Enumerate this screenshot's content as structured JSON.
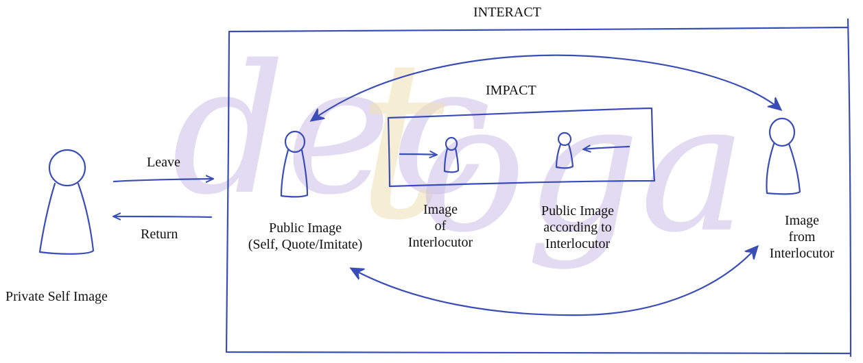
{
  "labels": {
    "interact": "INTERACT",
    "impact": "IMPACT",
    "leave": "Leave",
    "return": "Return",
    "private_self_image": "Private Self Image",
    "public_image_line1": "Public Image",
    "public_image_line2": "(Self, Quote/Imitate)",
    "image_of_interlocutor_line1": "Image",
    "image_of_interlocutor_line2": "of",
    "image_of_interlocutor_line3": "Interlocutor",
    "public_image_according_line1": "Public Image",
    "public_image_according_line2": "according to",
    "public_image_according_line3": "Interlocutor",
    "image_from_interlocutor_line1": "Image",
    "image_from_interlocutor_line2": "from",
    "image_from_interlocutor_line3": "Interlocutor"
  },
  "watermark": {
    "text_part1": "dec",
    "text_part2": "t",
    "text_part3": "oga"
  },
  "colors": {
    "ink": "#3a4cb8",
    "watermark_purple": "#cbbfe6",
    "watermark_gold": "#f0e2b8"
  }
}
